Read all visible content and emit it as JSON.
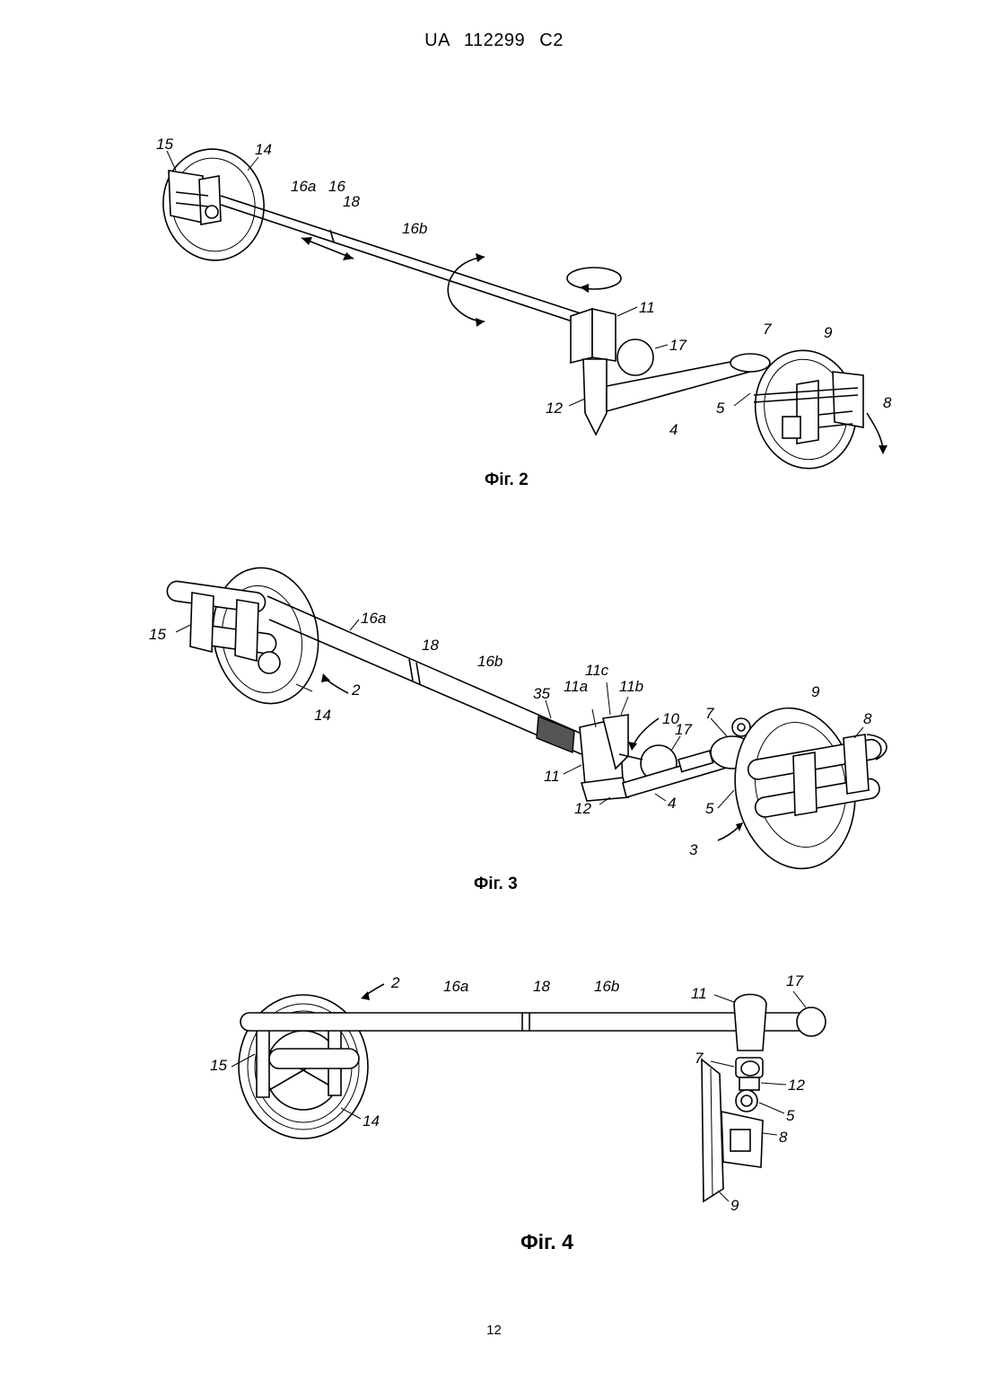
{
  "header": {
    "country": "UA",
    "number": "112299",
    "kind": "C2"
  },
  "page_number": "12",
  "fig2": {
    "caption": "Фіг. 2",
    "labels": {
      "l15": "15",
      "l14": "14",
      "l16a": "16a",
      "l16": "16",
      "l18": "18",
      "l16b": "16b",
      "l11": "11",
      "l17": "17",
      "l7": "7",
      "l9": "9",
      "l12": "12",
      "l5": "5",
      "l4": "4",
      "l8": "8"
    }
  },
  "fig3": {
    "caption": "Фіг. 3",
    "labels": {
      "l15": "15",
      "l16a": "16a",
      "l18": "18",
      "l16b": "16b",
      "l2": "2",
      "l14": "14",
      "l35": "35",
      "l11a": "11a",
      "l11c": "11c",
      "l11b": "11b",
      "l10": "10",
      "l17": "17",
      "l7": "7",
      "l9": "9",
      "l8": "8",
      "l11": "11",
      "l12": "12",
      "l4": "4",
      "l5": "5",
      "l3": "3"
    }
  },
  "fig4": {
    "caption": "Фіг. 4",
    "labels": {
      "l2": "2",
      "l16a": "16a",
      "l18": "18",
      "l16b": "16b",
      "l11": "11",
      "l17": "17",
      "l15": "15",
      "l14": "14",
      "l7": "7",
      "l12": "12",
      "l5": "5",
      "l8": "8",
      "l9": "9"
    }
  }
}
